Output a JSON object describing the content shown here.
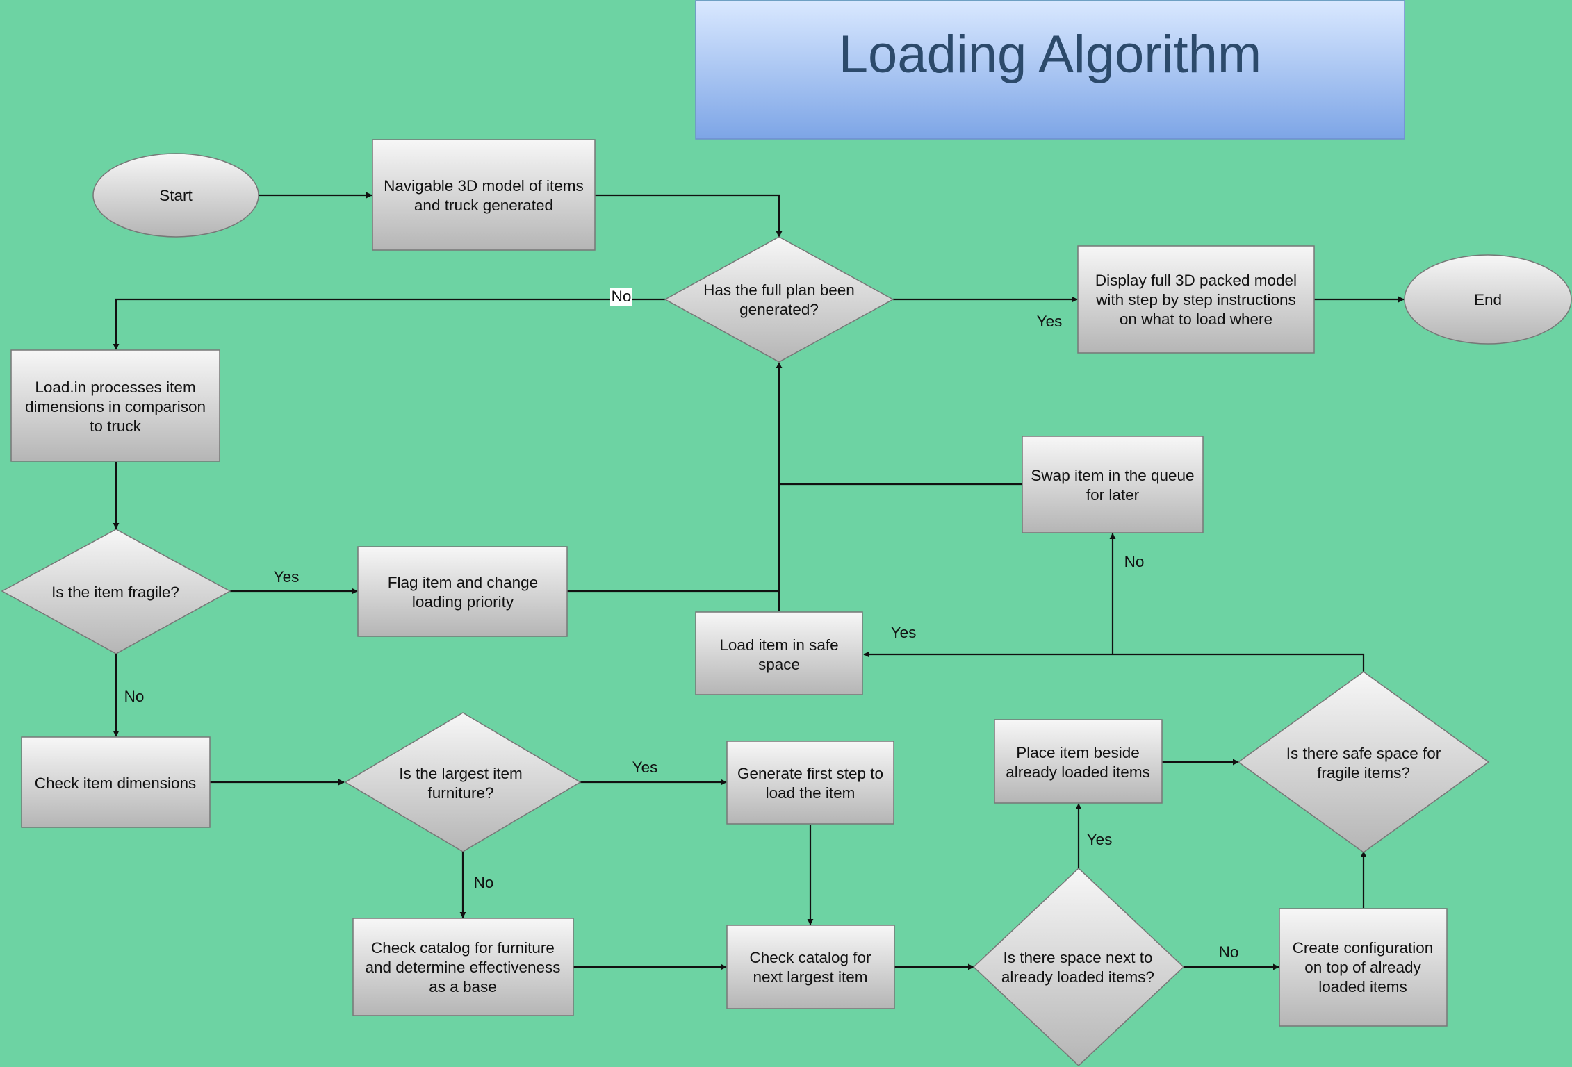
{
  "title": "Loading Algorithm",
  "colors": {
    "background": "#6dd3a3",
    "node_fill_top": "#f7f7f7",
    "node_fill_bottom": "#b5b5b5",
    "title_fill_top": "#d9e8ff",
    "title_fill_bottom": "#7da5e6",
    "title_text": "#2c4a6b",
    "edge": "#111111"
  },
  "nodes": {
    "start": "Start",
    "model_generated": "Navigable 3D model of items|and truck generated",
    "plan_generated": "Has the full plan been|generated?",
    "display_model": "Display full 3D packed model|with step by step instructions|on what to load where",
    "end": "End",
    "process_dims": "Load.in processes item|dimensions in comparison|to truck",
    "swap_item": "Swap item in the queue|for later",
    "item_fragile": "Is the item fragile?",
    "flag_item": "Flag item and change|loading priority",
    "load_safe": "Load item in safe|space",
    "check_dims": "Check item dimensions",
    "largest_furniture": "Is the largest item|furniture?",
    "first_step": "Generate first step to|load the item",
    "place_beside": "Place item beside|already loaded items",
    "safe_space": "Is there safe space for|fragile items?",
    "check_catalog_base": "Check catalog for furniture|and determine effectiveness|as a base",
    "check_catalog_next": "Check catalog for|next largest item",
    "space_next": "Is there space next to|already loaded items?",
    "create_config": "Create configuration|on top of already|loaded items"
  },
  "edge_labels": {
    "plan_no": "No",
    "plan_yes": "Yes",
    "fragile_yes": "Yes",
    "fragile_no": "No",
    "furniture_yes": "Yes",
    "furniture_no": "No",
    "safe_yes": "Yes",
    "safe_no": "No",
    "space_yes": "Yes",
    "space_no": "No"
  }
}
